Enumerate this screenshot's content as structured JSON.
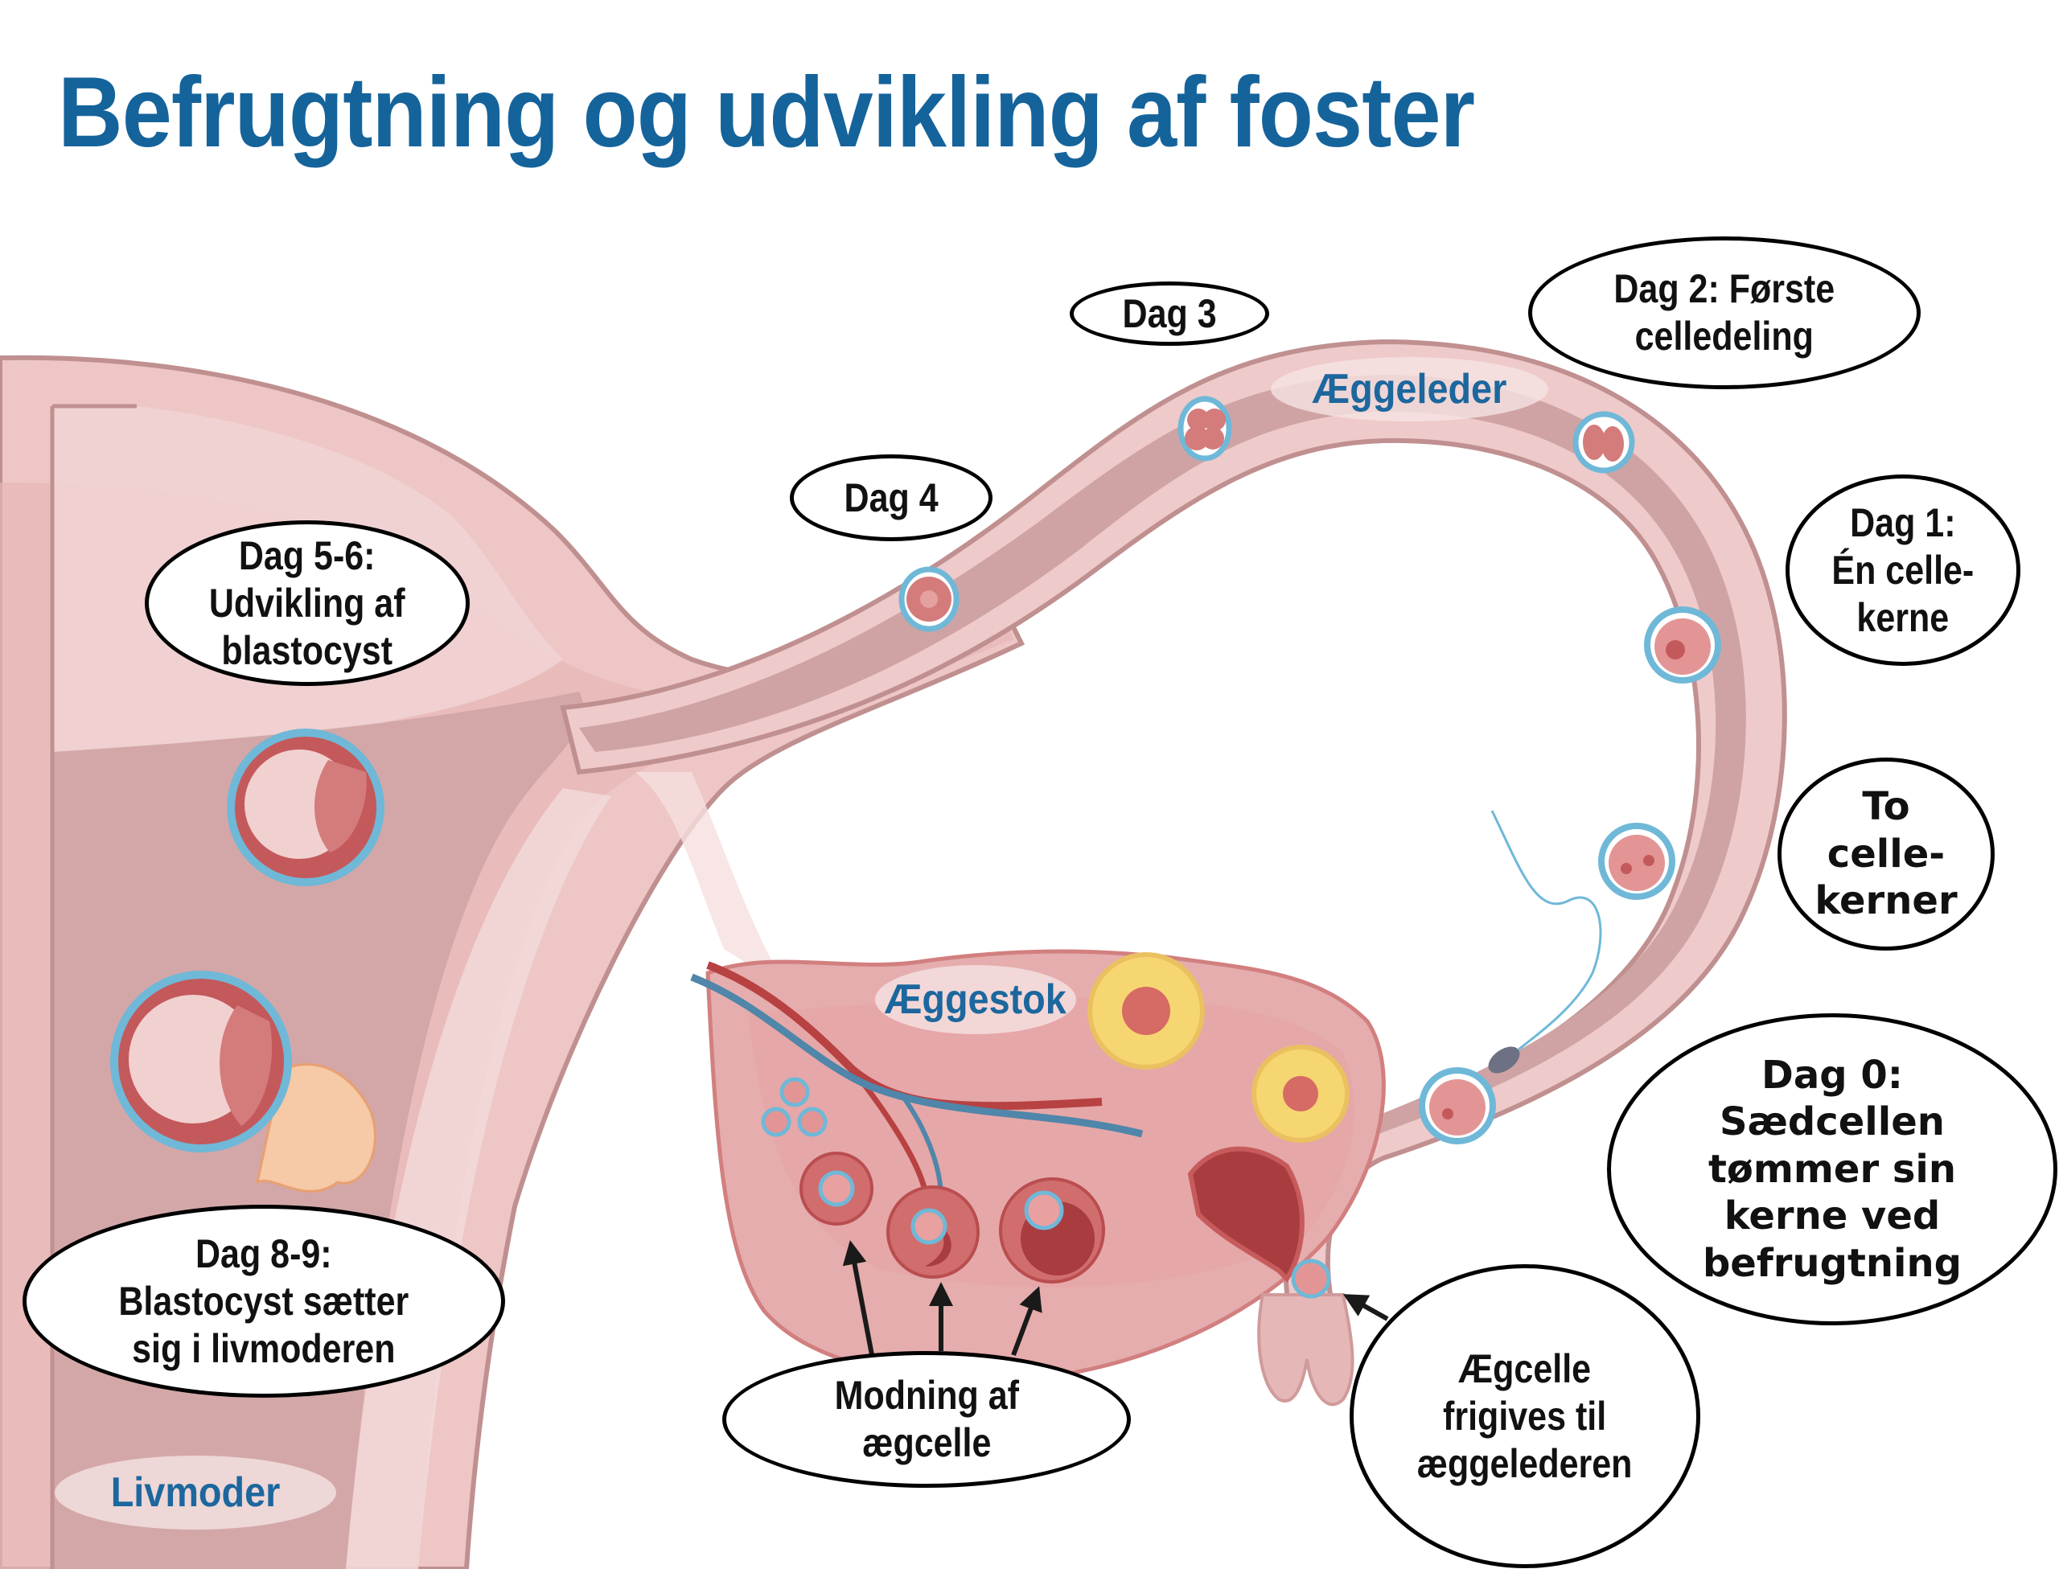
{
  "title": "Befrugtning og udvikling af foster",
  "colors": {
    "title": "#15639b",
    "organ_label_text": "#1c679e",
    "tissue_outer": "#eec9c9",
    "tissue_mid": "#d9aaaa",
    "tissue_lumen": "#cfa3a4",
    "tissue_outline": "#c09090",
    "zona_pellucida": "#6fb8d8",
    "egg_cytoplasm": "#e39595",
    "cell_dark": "#c4595b",
    "corpus_luteum": "#f6d670",
    "artery": "#b84142",
    "vein": "#4f86a9",
    "sperm_head": "#6e7184",
    "bubble_border": "#000000"
  },
  "organ_labels": {
    "fallopian_tube": "Æggeleder",
    "ovary": "Æggestok",
    "uterus": "Livmoder"
  },
  "stages": {
    "day0": "Dag 0:\nSædcellen\ntømmer sin\nkerne ved\nbefrugtning",
    "two_pronuclei": "To\ncelle-\nkerner",
    "day1": "Dag 1:\nÉn celle-\nkerne",
    "day2": "Dag 2: Første\ncelledeling",
    "day3": "Dag 3",
    "day4": "Dag 4",
    "day5_6": "Dag 5-6:\nUdvikling af\nblastocyst",
    "day8_9": "Dag 8-9:\nBlastocyst sætter\nsig i livmoderen",
    "egg_maturation": "Modning af\nægcelle",
    "egg_release": "Ægcelle\nfrigives til\næggelederen"
  }
}
